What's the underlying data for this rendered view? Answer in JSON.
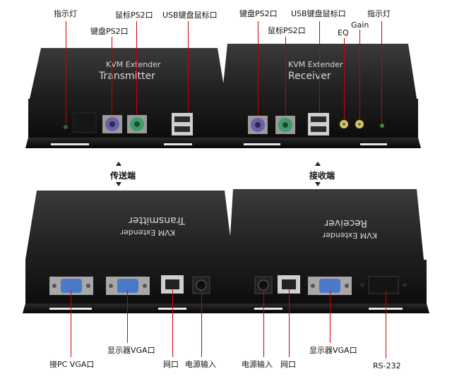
{
  "top": {
    "transmitter_face": [
      "KVM Extender",
      "Transmitter"
    ],
    "receiver_face": [
      "KVM Extender",
      "Receiver"
    ],
    "labels": {
      "indicator_left": "指示灯",
      "keyboard_ps2_left": "键盘PS2口",
      "mouse_ps2_left": "鼠标PS2口",
      "usb_left": "USB键盘鼠标口",
      "keyboard_ps2_right": "键盘PS2口",
      "mouse_ps2_right": "鼠标PS2口",
      "usb_right": "USB键盘鼠标口",
      "eq": "EQ",
      "gain": "Gain",
      "indicator_right": "指示灯"
    }
  },
  "middle": {
    "transmitter_side": "传送端",
    "receiver_side": "接收端"
  },
  "bottom": {
    "transmitter_face": [
      "KVM Extender",
      "Transmitter"
    ],
    "receiver_face": [
      "KVM Extender",
      "Receiver"
    ],
    "labels": {
      "pc_vga_in": "接PC VGA口",
      "monitor_vga_left": "显示器VGA口",
      "network_left": "网口",
      "power_left": "电源输入",
      "power_right": "电源输入",
      "network_right": "网口",
      "monitor_vga_right": "显示器VGA口",
      "rs232": "RS-232"
    }
  }
}
